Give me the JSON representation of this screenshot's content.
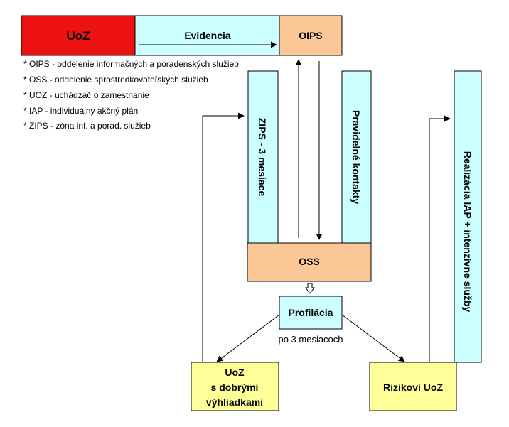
{
  "boxes": {
    "uoz": "UoZ",
    "evidencia": "Evidencia",
    "oips": "OIPS",
    "zips": "ZIPS - 3 mesiace",
    "pravidelne": "Pravidelné kontakty",
    "realizacia": "Realizácia  IAP + intenzívne služby",
    "oss": "OSS",
    "profilacia": "Profilácia",
    "po3": "po 3 mesiacoch",
    "good_line1": "UoZ",
    "good_line2": "s dobrými",
    "good_line3": "výhliadkami",
    "rizikovi": "Rizikoví UoZ"
  },
  "legend": [
    "* OIPS - oddelenie informačných a poradenských služieb",
    "* OSS - oddelenie sprostredkovateľských služieb",
    "* UOZ - uchádzač o zamestnanie",
    "* IAP - individuálny akčný plán",
    "* ZIPS - zóna inf. a porad. služieb"
  ],
  "colors": {
    "red": "#ee1111",
    "cyan": "#ccffff",
    "peach": "#fbc797",
    "yellow": "#ffff99"
  }
}
